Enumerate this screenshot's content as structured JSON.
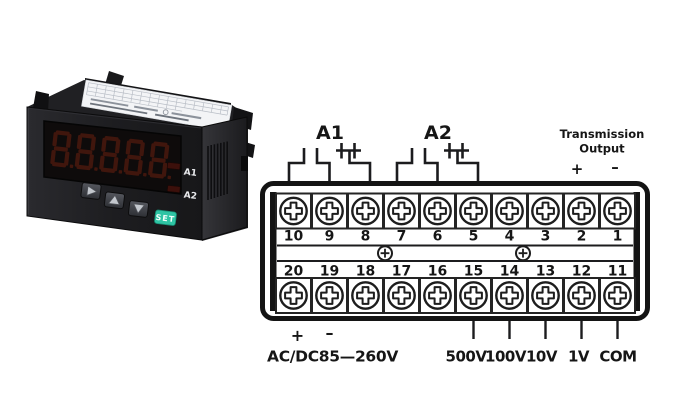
{
  "meter": {
    "display_value": "8.8.8.8.8",
    "indicator_labels": [
      "A1",
      "A2"
    ],
    "set_button_label": "SET",
    "button_icons": [
      "right-arrow",
      "up-arrow",
      "down-arrow"
    ],
    "colors": {
      "set_button": "#2fc4a4",
      "digit_red": "#45170e",
      "led_red": "#3c100b"
    }
  },
  "diagram": {
    "alarm1_label": "A1",
    "alarm2_label": "A2",
    "transmission_output": {
      "label_line1": "Transmission",
      "label_line2": "Output",
      "plus": "+",
      "minus": "–"
    },
    "terminal_numbers_top": [
      "10",
      "9",
      "8",
      "7",
      "6",
      "5",
      "4",
      "3",
      "2",
      "1"
    ],
    "terminal_numbers_bottom": [
      "20",
      "19",
      "18",
      "17",
      "16",
      "15",
      "14",
      "13",
      "12",
      "11"
    ],
    "power_supply": {
      "plus": "+",
      "minus": "–",
      "label": "AC/DC85—260V"
    },
    "input_labels": [
      "500V",
      "100V",
      "10V",
      "1V",
      "COM"
    ],
    "colors": {
      "line": "#1c1c1e",
      "background": "#ffffff"
    }
  }
}
